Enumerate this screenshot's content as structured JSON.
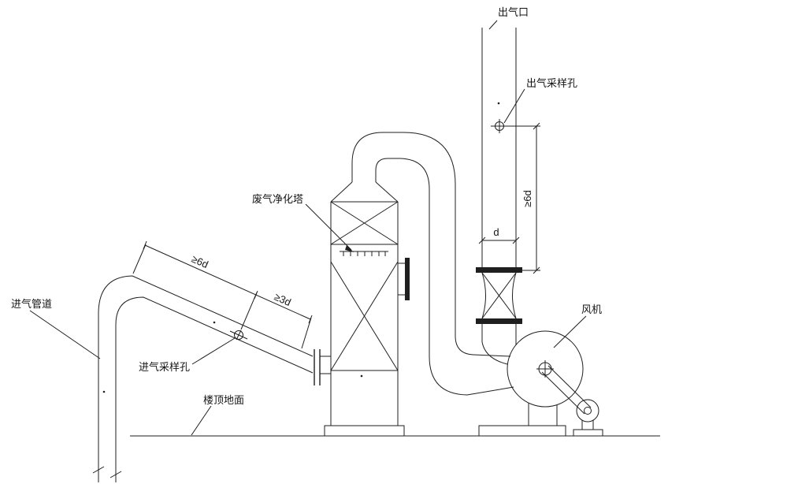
{
  "diagram": {
    "background": "#ffffff",
    "line_color": "#1f1f1f",
    "labels": {
      "outlet": "出气口",
      "outlet_sampling_hole": "出气采样孔",
      "purification_tower": "废气净化塔",
      "inlet_pipe": "进气管道",
      "inlet_sampling_hole": "进气采样孔",
      "roof_ground": "楼顶地面",
      "fan": "风机"
    },
    "dimensions": {
      "inlet_upstream": "≥6d",
      "inlet_downstream": "≥3d",
      "outlet_upstream": "≥6d",
      "diameter": "d"
    }
  }
}
